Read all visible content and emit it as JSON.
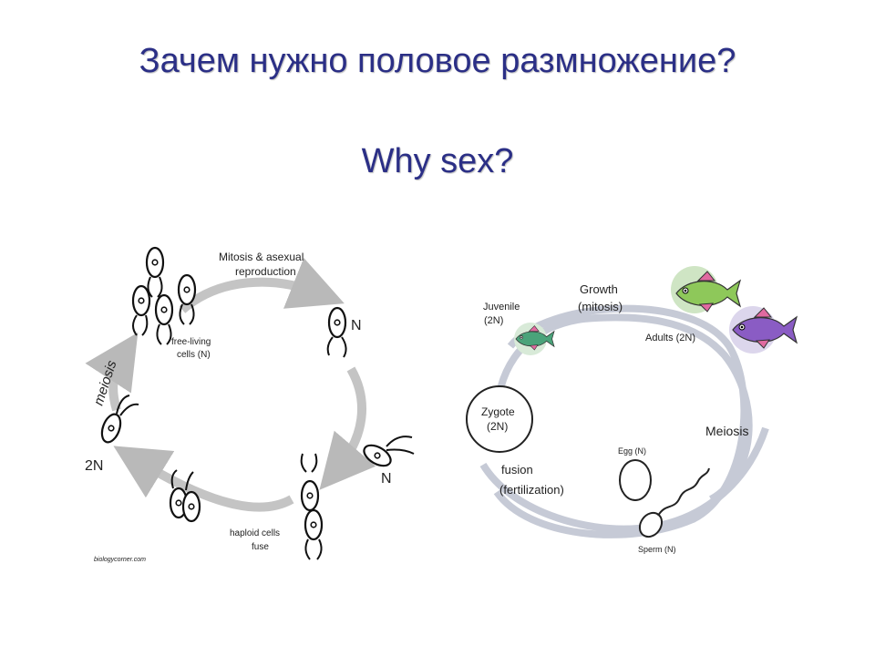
{
  "slide": {
    "title": "Зачем нужно половое размножение?",
    "subtitle": "Why sex?"
  },
  "left_diagram": {
    "mitosis_label_1": "Mitosis & asexual",
    "mitosis_label_2": "reproduction",
    "n_label_top": "N",
    "free_living_1": "free-living",
    "free_living_2": "cells (N)",
    "meiosis_label": "meiosis",
    "two_n_label": "2N",
    "n_label_right": "N",
    "haploid_1": "haploid cells",
    "haploid_2": "fuse",
    "credit": "biologycorner.com"
  },
  "right_diagram": {
    "growth_1": "Growth",
    "growth_2": "(mitosis)",
    "juvenile_1": "Juvenile",
    "juvenile_2": "(2N)",
    "adults": "Adults (2N)",
    "zygote_1": "Zygote",
    "zygote_2": "(2N)",
    "meiosis": "Meiosis",
    "egg": "Egg (N)",
    "fusion_1": "fusion",
    "fusion_2": "(fertilization)",
    "sperm": "Sperm (N)"
  }
}
